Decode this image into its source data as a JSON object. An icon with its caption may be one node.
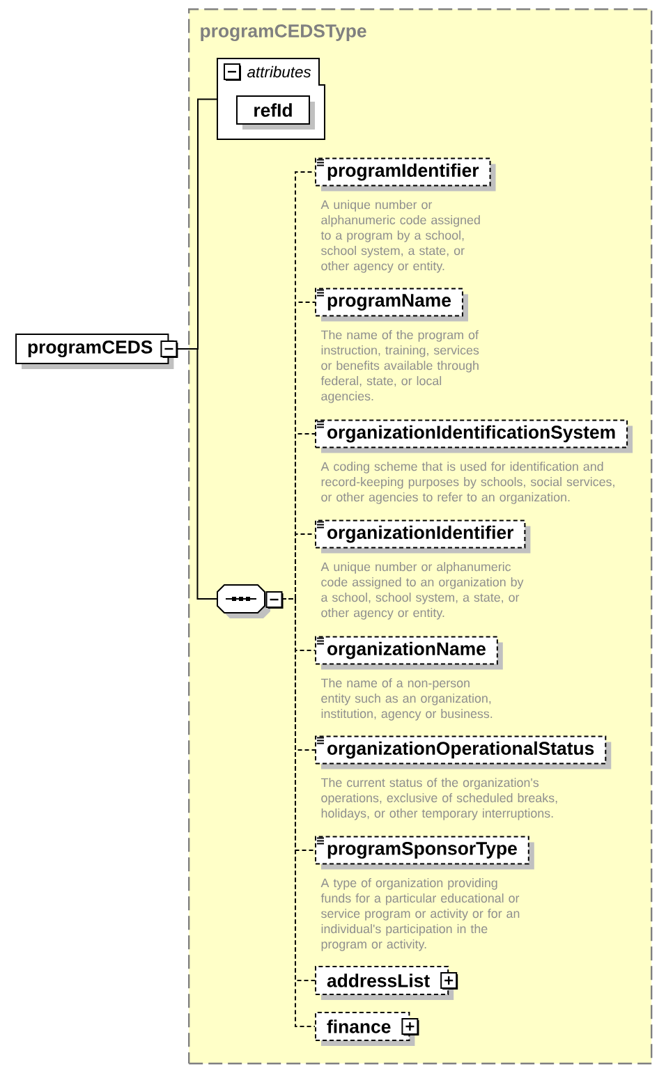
{
  "diagram": {
    "nodes": [
      {
        "text": [
          "programCEDSType"
        ]
      },
      {
        "text": [
          "programCEDS"
        ]
      },
      {
        "text": [
          "attributes"
        ],
        "in": 0
      },
      {
        "text": [
          "refId"
        ],
        "in": 2
      },
      {
        "text": [],
        "shape": "octagon",
        "in": 0
      },
      {
        "text": [
          "programIdentifier"
        ],
        "beside": [
          "A unique number or alphanumeric code assigned to a program by a school, school system, a state, or other agency or entity."
        ],
        "in": 0
      },
      {
        "text": [
          "programName"
        ],
        "beside": [
          "The name of the program of instruction, training, services or benefits available through federal, state, or local agencies."
        ],
        "in": 0
      },
      {
        "text": [
          "organizationIdentificationSystem"
        ],
        "beside": [
          "A coding scheme that is used for identification and record-keeping purposes by schools, social services, or other agencies to refer to an organization."
        ],
        "in": 0
      },
      {
        "text": [
          "organizationIdentifier"
        ],
        "beside": [
          "A unique number or alphanumeric code assigned to an organization by a school, school system, a state, or other agency or entity."
        ],
        "in": 0
      },
      {
        "text": [
          "organizationName"
        ],
        "beside": [
          "The name of a non-person entity such as an organization, institution, agency or business."
        ],
        "in": 0
      },
      {
        "text": [
          "organizationOperationalStatus"
        ],
        "beside": [
          "The current status of the organization's operations, exclusive of scheduled breaks, holidays, or other temporary interruptions."
        ],
        "in": 0
      },
      {
        "text": [
          "programSponsorType"
        ],
        "beside": [
          "A type of organization providing funds for a particular educational or service program or activity or for an individual's participation in the program or activity."
        ],
        "in": 0
      },
      {
        "text": [
          "addressList"
        ],
        "in": 0
      },
      {
        "text": [
          "finance"
        ],
        "in": 0
      }
    ],
    "edges": [
      {
        "from": 1,
        "to": 2,
        "arrow": "none"
      },
      {
        "from": 1,
        "to": 4,
        "arrow": "none"
      },
      {
        "from": 4,
        "to": 5,
        "arrow": "none",
        "style": "dashed"
      },
      {
        "from": 4,
        "to": 6,
        "arrow": "none",
        "style": "dashed"
      },
      {
        "from": 4,
        "to": 7,
        "arrow": "none",
        "style": "dashed"
      },
      {
        "from": 4,
        "to": 8,
        "arrow": "none",
        "style": "dashed"
      },
      {
        "from": 4,
        "to": 9,
        "arrow": "none",
        "style": "dashed"
      },
      {
        "from": 4,
        "to": 10,
        "arrow": "none",
        "style": "dashed"
      },
      {
        "from": 4,
        "to": 11,
        "arrow": "none",
        "style": "dashed"
      },
      {
        "from": 4,
        "to": 12,
        "arrow": "none",
        "style": "dashed"
      },
      {
        "from": 4,
        "to": 13,
        "arrow": "none",
        "style": "dashed"
      }
    ]
  }
}
